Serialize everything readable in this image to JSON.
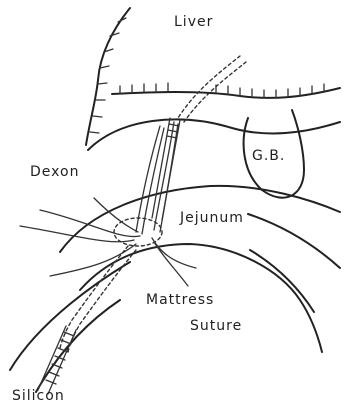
{
  "labels": {
    "liver": "Liver",
    "gb": "G.B.",
    "dexon": "Dexon",
    "jejunum": "Jejunum",
    "mattress": "Mattress",
    "suture": "Suture",
    "silicon": "Silicon"
  }
}
